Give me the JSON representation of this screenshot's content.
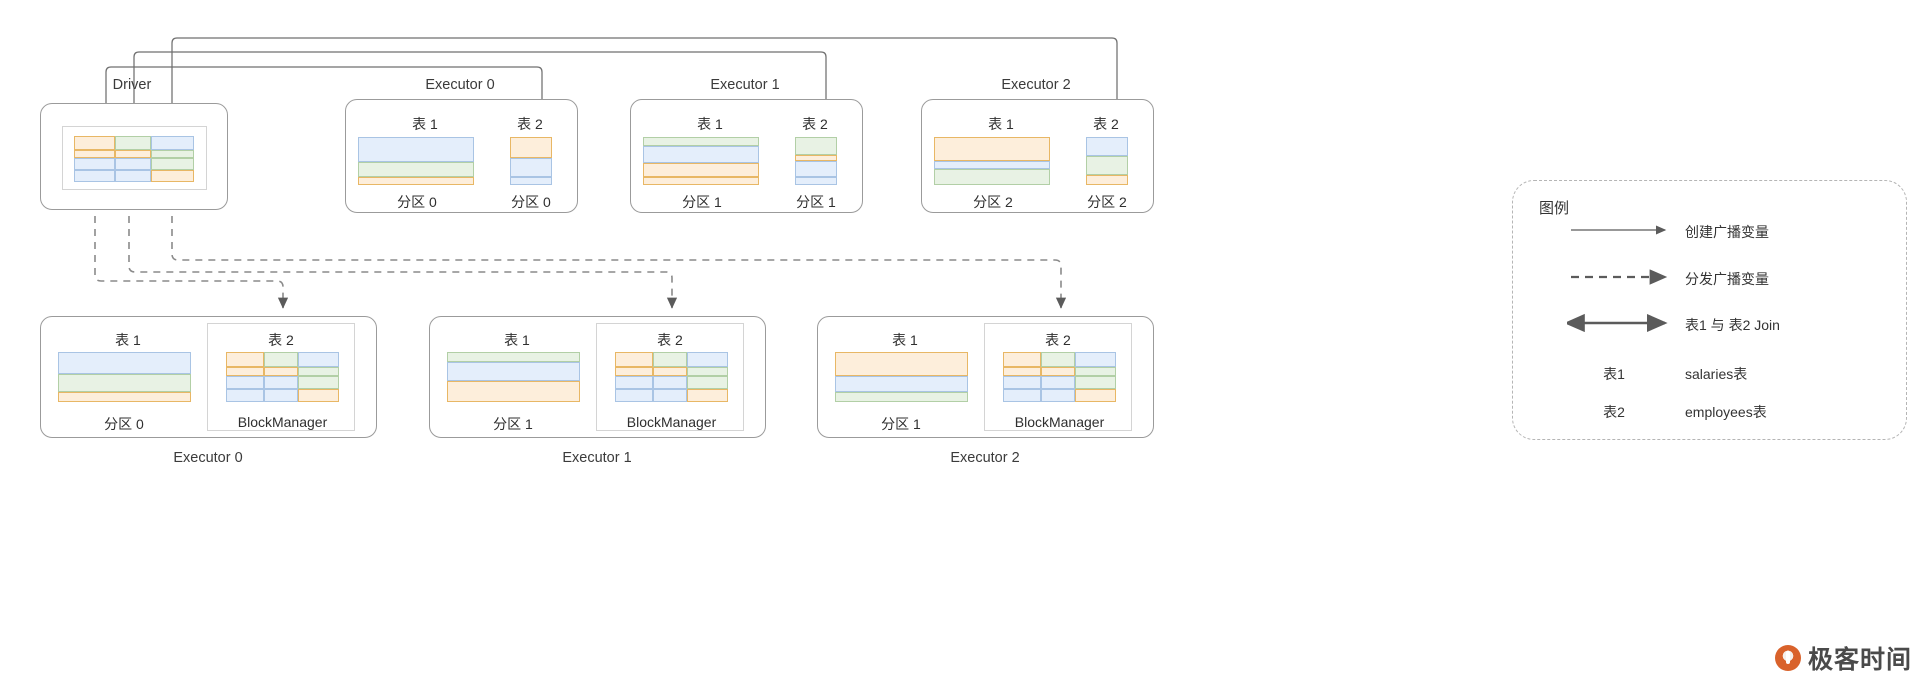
{
  "driver": {
    "caption": "Driver",
    "grid_colors": [
      [
        "orange",
        "green",
        "blue"
      ],
      [
        "orange",
        "orange",
        "green"
      ],
      [
        "blue",
        "blue",
        "green"
      ],
      [
        "blue",
        "blue",
        "orange"
      ]
    ]
  },
  "top_executors": [
    {
      "caption": "Executor 0",
      "table1_label": "表 1",
      "table2_label": "表 2",
      "partition1_label": "分区 0",
      "partition2_label": "分区 0",
      "table1_stripes": [
        {
          "color": "blue",
          "h": 38
        },
        {
          "color": "green",
          "h": 24
        },
        {
          "color": "orange",
          "h": 12
        }
      ],
      "table2_stripes": [
        {
          "color": "orange",
          "h": 32
        },
        {
          "color": "blue",
          "h": 30
        },
        {
          "color": "blue",
          "h": 12
        }
      ]
    },
    {
      "caption": "Executor 1",
      "table1_label": "表 1",
      "table2_label": "表 2",
      "partition1_label": "分区 1",
      "partition2_label": "分区 1",
      "table1_stripes": [
        {
          "color": "green",
          "h": 14
        },
        {
          "color": "blue",
          "h": 26
        },
        {
          "color": "orange",
          "h": 22
        },
        {
          "color": "orange",
          "h": 12
        }
      ],
      "table2_stripes": [
        {
          "color": "green",
          "h": 27
        },
        {
          "color": "orange",
          "h": 10
        },
        {
          "color": "blue",
          "h": 25
        },
        {
          "color": "blue",
          "h": 12
        }
      ]
    },
    {
      "caption": "Executor 2",
      "table1_label": "表 1",
      "table2_label": "表 2",
      "partition1_label": "分区 2",
      "partition2_label": "分区 2",
      "table1_stripes": [
        {
          "color": "orange",
          "h": 34
        },
        {
          "color": "blue",
          "h": 12
        },
        {
          "color": "green",
          "h": 22
        }
      ],
      "table2_stripes": [
        {
          "color": "blue",
          "h": 28
        },
        {
          "color": "green",
          "h": 28
        },
        {
          "color": "orange",
          "h": 14
        }
      ]
    }
  ],
  "bottom_executors": [
    {
      "caption": "Executor 0",
      "table1_label": "表 1",
      "table2_label": "表 2",
      "partition_label": "分区 0",
      "blockmanager_label": "BlockManager",
      "table1_stripes": [
        {
          "color": "blue",
          "h": 26
        },
        {
          "color": "green",
          "h": 20
        },
        {
          "color": "orange",
          "h": 12
        }
      ],
      "bm_grid": [
        [
          "orange",
          "green",
          "blue"
        ],
        [
          "orange",
          "orange",
          "green"
        ],
        [
          "blue",
          "blue",
          "green"
        ],
        [
          "blue",
          "blue",
          "orange"
        ]
      ]
    },
    {
      "caption": "Executor 1",
      "table1_label": "表 1",
      "table2_label": "表 2",
      "partition_label": "分区 1",
      "blockmanager_label": "BlockManager",
      "table1_stripes": [
        {
          "color": "green",
          "h": 12
        },
        {
          "color": "blue",
          "h": 22
        },
        {
          "color": "orange",
          "h": 24
        }
      ],
      "bm_grid": [
        [
          "orange",
          "green",
          "blue"
        ],
        [
          "orange",
          "orange",
          "green"
        ],
        [
          "blue",
          "blue",
          "green"
        ],
        [
          "blue",
          "blue",
          "orange"
        ]
      ]
    },
    {
      "caption": "Executor 2",
      "table1_label": "表 1",
      "table2_label": "表 2",
      "partition_label": "分区 1",
      "blockmanager_label": "BlockManager",
      "table1_stripes": [
        {
          "color": "orange",
          "h": 28
        },
        {
          "color": "blue",
          "h": 18
        },
        {
          "color": "green",
          "h": 12
        }
      ],
      "bm_grid": [
        [
          "orange",
          "green",
          "blue"
        ],
        [
          "orange",
          "orange",
          "green"
        ],
        [
          "blue",
          "blue",
          "green"
        ],
        [
          "blue",
          "blue",
          "orange"
        ]
      ]
    }
  ],
  "legend": {
    "title": "图例",
    "rows": [
      {
        "kind": "solid-arrow",
        "text": "创建广播变量"
      },
      {
        "kind": "dashed-arrow",
        "text": "分发广播变量"
      },
      {
        "kind": "double-arrow",
        "text": "表1 与 表2 Join"
      },
      {
        "kind": "text-key",
        "key": "表1",
        "text": "salaries表"
      },
      {
        "kind": "text-key",
        "key": "表2",
        "text": "employees表"
      }
    ]
  },
  "watermark": {
    "text": "极客时间"
  },
  "colors": {
    "blue_fill": "#e4eefb",
    "blue_stroke": "#a9c4e4",
    "green_fill": "#e8f2e4",
    "green_stroke": "#b2cfa6",
    "orange_fill": "#fdeedb",
    "orange_stroke": "#e8b765",
    "box_stroke": "#9b9b9b",
    "wire": "#6f6f6f"
  }
}
